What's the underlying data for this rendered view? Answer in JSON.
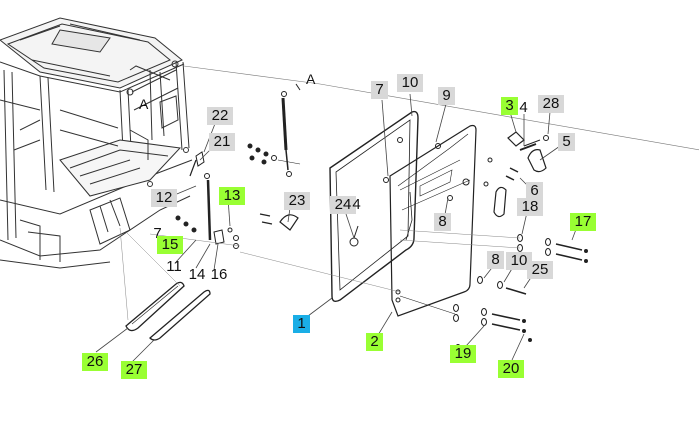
{
  "colors": {
    "callout_default": "#d8d8d8",
    "callout_highlight": "#99ff33",
    "callout_selected": "#1aaee6",
    "line": "#222222"
  },
  "reference_letters": [
    "A",
    "A"
  ],
  "callouts": [
    {
      "label": "1",
      "style": "selected"
    },
    {
      "label": "2",
      "style": "highlight"
    },
    {
      "label": "3",
      "style": "highlight"
    },
    {
      "label": "4",
      "style": "plain"
    },
    {
      "label": "5",
      "style": "default"
    },
    {
      "label": "6",
      "style": "default"
    },
    {
      "label": "7",
      "style": "default"
    },
    {
      "label": "7",
      "style": "plain"
    },
    {
      "label": "8",
      "style": "default"
    },
    {
      "label": "8",
      "style": "default"
    },
    {
      "label": "9",
      "style": "default"
    },
    {
      "label": "10",
      "style": "default"
    },
    {
      "label": "10",
      "style": "default"
    },
    {
      "label": "11",
      "style": "plain"
    },
    {
      "label": "12",
      "style": "default"
    },
    {
      "label": "13",
      "style": "highlight"
    },
    {
      "label": "14",
      "style": "plain"
    },
    {
      "label": "15",
      "style": "highlight"
    },
    {
      "label": "16",
      "style": "plain"
    },
    {
      "label": "17",
      "style": "highlight"
    },
    {
      "label": "18",
      "style": "default"
    },
    {
      "label": "19",
      "style": "highlight"
    },
    {
      "label": "20",
      "style": "highlight"
    },
    {
      "label": "21",
      "style": "default"
    },
    {
      "label": "22",
      "style": "default"
    },
    {
      "label": "23",
      "style": "default"
    },
    {
      "label": "24",
      "style": "default"
    },
    {
      "label": "4",
      "style": "plain"
    },
    {
      "label": "25",
      "style": "default"
    },
    {
      "label": "26",
      "style": "highlight"
    },
    {
      "label": "27",
      "style": "highlight"
    },
    {
      "label": "28",
      "style": "default"
    }
  ]
}
